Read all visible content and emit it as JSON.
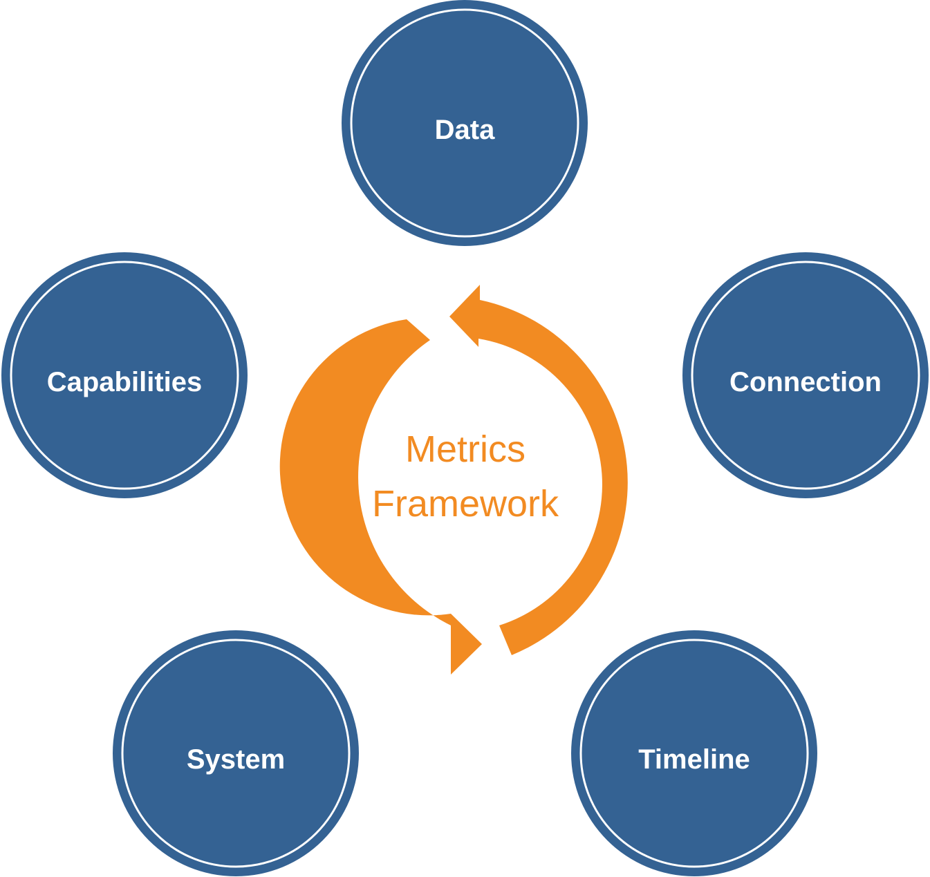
{
  "diagram": {
    "center": {
      "line1": "Metrics",
      "line2": "Framework",
      "color": "#f28b22"
    },
    "nodes": [
      {
        "label": "Data"
      },
      {
        "label": "Connection"
      },
      {
        "label": "Timeline"
      },
      {
        "label": "System"
      },
      {
        "label": "Capabilities"
      }
    ],
    "node_color": "#346293",
    "ring_color": "#ffffff"
  }
}
